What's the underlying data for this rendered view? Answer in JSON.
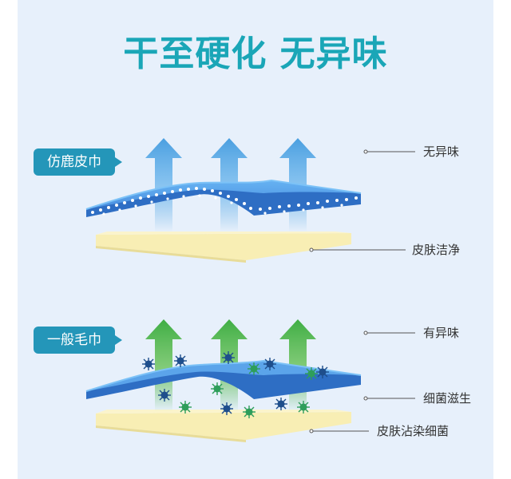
{
  "title": "干至硬化 无异味",
  "sections": [
    {
      "tag": "仿鹿皮巾",
      "notes": [
        "无异味",
        "皮肤洁净"
      ],
      "arrow_color": "#4a9fe0",
      "towel_color": "#4a8fe0"
    },
    {
      "tag": "一般毛巾",
      "notes": [
        "有异味",
        "细菌滋生",
        "皮肤沾染细菌"
      ],
      "arrow_color": "#3fae45",
      "towel_color": "#3a82d8"
    }
  ],
  "skin_color": "#f8eeb4",
  "tag_color": "#2496b9",
  "title_color": "#1aa6b7"
}
